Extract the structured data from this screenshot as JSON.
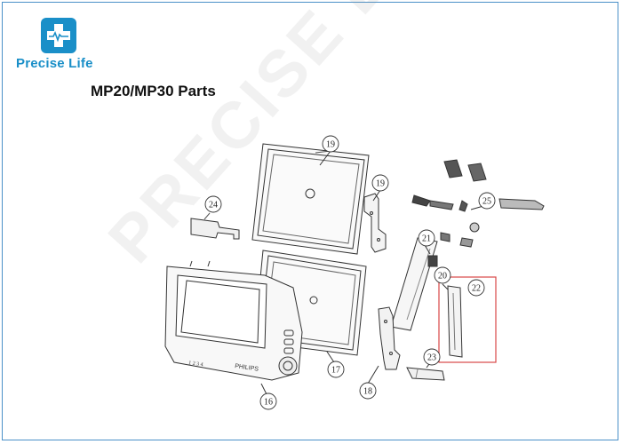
{
  "brand": {
    "name": "Precise Life",
    "logo_color": "#1a8fc8",
    "watermark": "PRECISE LIFE"
  },
  "title": "MP20/MP30 Parts",
  "diagram": {
    "monitor_brand_text": "PHILIPS",
    "bezel_small_text": "1 2 3 4",
    "highlight_color": "#d94848",
    "callouts": [
      "19",
      "19",
      "24",
      "25",
      "21",
      "20",
      "22",
      "17",
      "16",
      "18",
      "23"
    ]
  }
}
